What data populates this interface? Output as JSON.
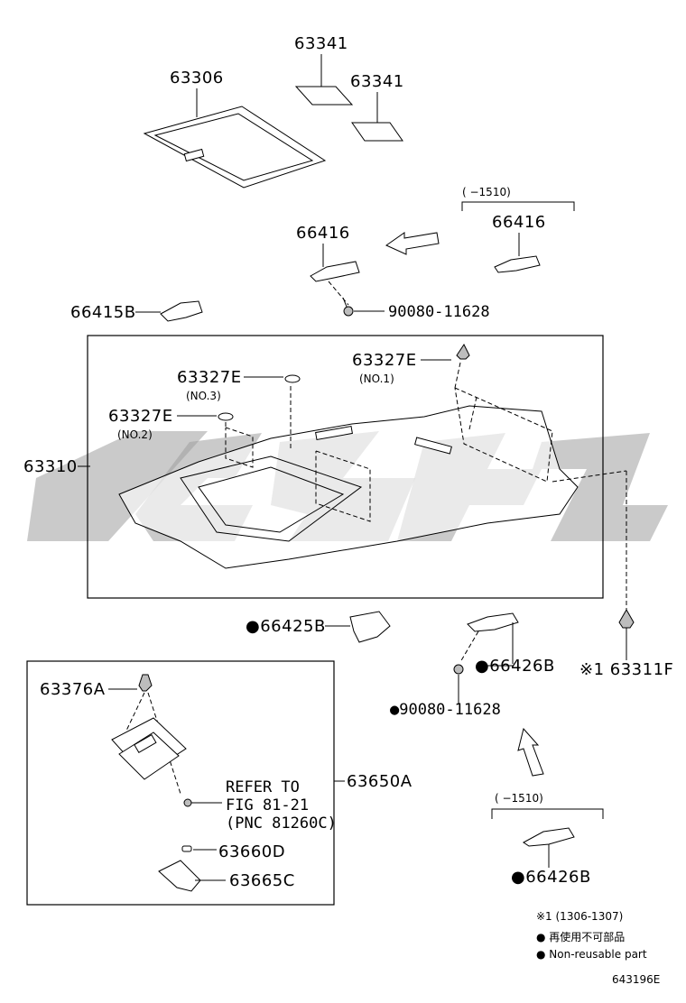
{
  "parts": {
    "p63306": "63306",
    "p63341_a": "63341",
    "p63341_b": "63341",
    "p66416_a": "66416",
    "p66416_b": "66416",
    "range_a": "( −1510)",
    "p66415B": "66415B",
    "p90080_a": "90080-11628",
    "p63327E_1": "63327E",
    "no1": "(NO.1)",
    "p63327E_3": "63327E",
    "no3": "(NO.3)",
    "p63327E_2": "63327E",
    "no2": "(NO.2)",
    "p63310": "63310",
    "p66425B": "●66425B",
    "p66426B_a": "●66426B",
    "p63311F": "※1 63311F",
    "p90080_b": "●90080-11628",
    "p63376A": "63376A",
    "p63650A": "63650A",
    "refer_1": "REFER TO",
    "refer_2": "FIG 81-21",
    "refer_3": "(PNC 81260C)",
    "p63660D": "63660D",
    "p63665C": "63665C",
    "range_b": "( −1510)",
    "p66426B_b": "●66426B"
  },
  "legend": {
    "note1": "※1 (1306-1307)",
    "note2": "● 再使用不可部品",
    "note3": "● Non-reusable part"
  },
  "figure_id": "643196E"
}
